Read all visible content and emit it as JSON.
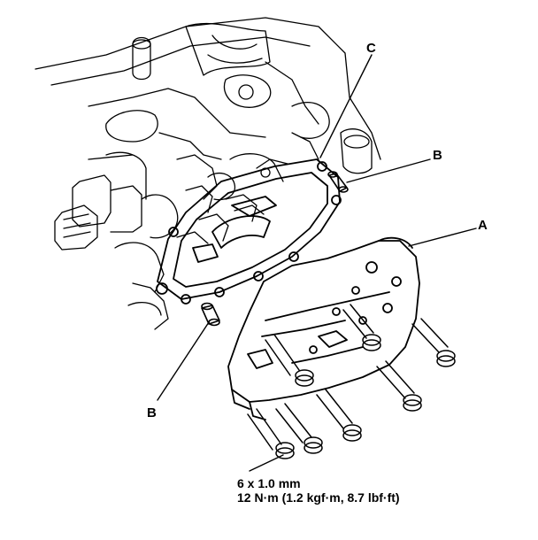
{
  "callouts": {
    "c": "C",
    "b_top": "B",
    "a": "A",
    "b_bottom": "B"
  },
  "spec": {
    "line1": "6 x 1.0 mm",
    "line2": "12 N·m (1.2 kgf·m, 8.7 lbf·ft)"
  },
  "colors": {
    "ink": "#000000",
    "paper": "#ffffff",
    "shade": "#d9d9d9"
  }
}
